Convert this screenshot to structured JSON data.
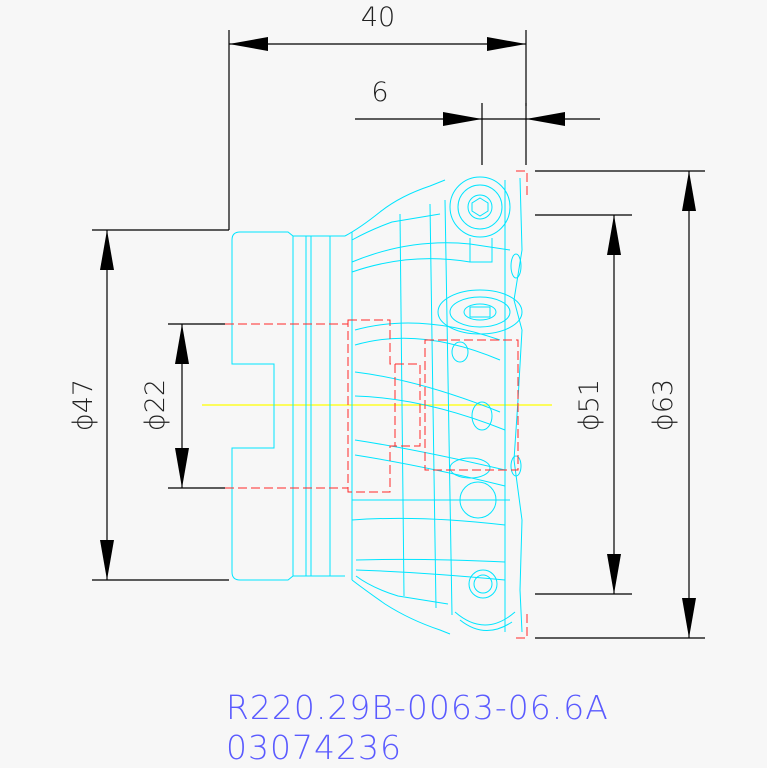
{
  "dimensions": {
    "length_total": "40",
    "length_small": "6",
    "dia_47": "ϕ47",
    "dia_22": "ϕ22",
    "dia_51": "ϕ51",
    "dia_63": "ϕ63"
  },
  "title": {
    "part_number": "R220.29B-0063-06.6A",
    "code": "03074236"
  },
  "colors": {
    "background": "#f7f7f7",
    "dimension_lines": "#000000",
    "body_outline": "#00e5ff",
    "hidden_lines": "#ff2a2a",
    "centerline": "#ffff00",
    "title_text": "#5a5aff"
  }
}
